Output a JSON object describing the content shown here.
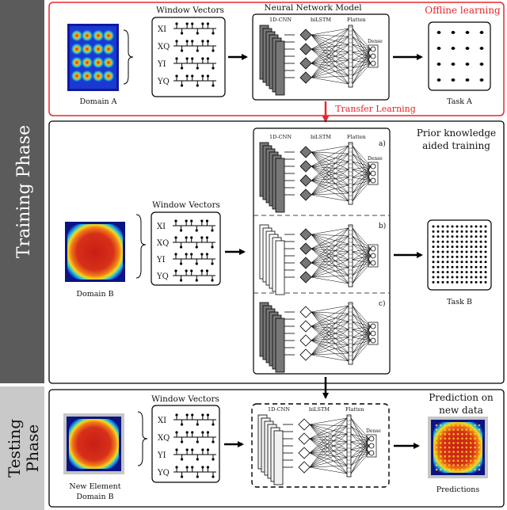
{
  "phases": {
    "training": "Training Phase",
    "testing_line1": "Testing",
    "testing_line2": "Phase"
  },
  "offline": {
    "domain_label": "Domain A",
    "window_title": "Window Vectors",
    "vectors": [
      "XI",
      "XQ",
      "YI",
      "YQ"
    ],
    "nn_title": "Neural Network Model",
    "layer_cnn": "1D-CNN",
    "layer_lstm": "biLSTM",
    "layer_flatten": "Flatten",
    "layer_dense": "Dense",
    "title": "Offline learning",
    "task_label": "Task A"
  },
  "transfer_label": "Transfer Learning",
  "training": {
    "domain_label": "Domain B",
    "window_title": "Window Vectors",
    "vectors": [
      "XI",
      "XQ",
      "YI",
      "YQ"
    ],
    "prior_line1": "Prior knowledge",
    "prior_line2": "aided training",
    "variants": [
      "a)",
      "b)",
      "c)"
    ],
    "layer_cnn": "1D-CNN",
    "layer_lstm": "biLSTM",
    "layer_flatten": "Flatten",
    "layer_dense": "Dense",
    "task_label": "Task B"
  },
  "testing": {
    "domain_line1": "New Element",
    "domain_line2": "Domain B",
    "window_title": "Window Vectors",
    "vectors": [
      "XI",
      "XQ",
      "YI",
      "YQ"
    ],
    "layer_cnn": "1D-CNN",
    "layer_lstm": "biLSTM",
    "layer_flatten": "Flatten",
    "layer_dense": "Dense",
    "pred_line1": "Prediction on",
    "pred_line2": "new data",
    "pred_label": "Predictions"
  },
  "colors": {
    "offline_border": "#e8262b",
    "phase_training_bg": "#5b5b5b",
    "phase_testing_bg": "#c9c9c9",
    "transfer_text": "#e8262b"
  }
}
